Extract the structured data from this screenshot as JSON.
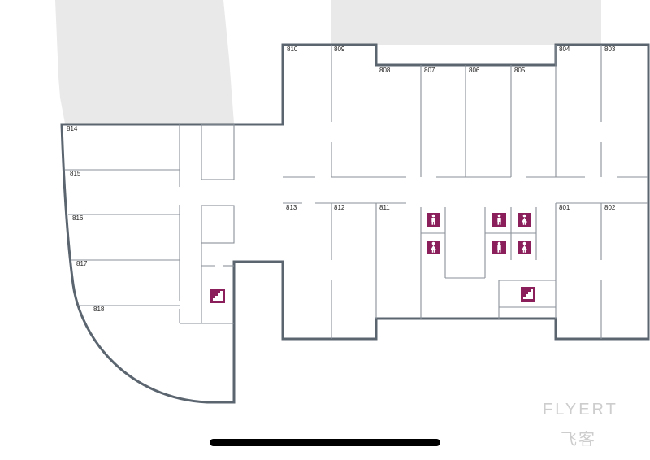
{
  "floor": {
    "rooms": [
      "814",
      "815",
      "816",
      "817",
      "818",
      "810",
      "809",
      "808",
      "807",
      "806",
      "805",
      "804",
      "803",
      "813",
      "812",
      "811",
      "801",
      "802"
    ]
  },
  "pois": [
    {
      "id": "restroom-men-1",
      "icon": "male-restroom-icon"
    },
    {
      "id": "restroom-female-1",
      "icon": "female-restroom-icon"
    },
    {
      "id": "restroom-men-2",
      "icon": "male-restroom-icon"
    },
    {
      "id": "restroom-female-2",
      "icon": "female-restroom-icon"
    },
    {
      "id": "restroom-men-3",
      "icon": "male-restroom-icon"
    },
    {
      "id": "restroom-female-3",
      "icon": "female-restroom-icon"
    },
    {
      "id": "stairs-1",
      "icon": "stairs-icon"
    },
    {
      "id": "stairs-2",
      "icon": "stairs-icon"
    }
  ],
  "colors": {
    "wall": "#5b6570",
    "poi": "#8a1f5c",
    "neighbor": "#e9e9e9"
  },
  "watermark": {
    "text": "FLYERT",
    "sub": "飞客"
  }
}
